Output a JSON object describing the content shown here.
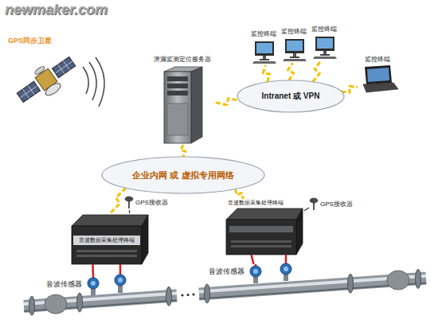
{
  "diagram": {
    "nodes": [
      {
        "text": [
          "GPS同步卫星"
        ]
      },
      {
        "text": [
          "泄漏监测定位服务器"
        ]
      },
      {
        "text": [
          "监控终端"
        ]
      },
      {
        "text": [
          "监控终端"
        ]
      },
      {
        "text": [
          "监控终端"
        ]
      },
      {
        "text": [
          "监控终端"
        ]
      },
      {
        "text": [
          "Intranet 或 VPN"
        ]
      },
      {
        "text": [
          "企业内网 或 虚拟专用网络"
        ]
      },
      {
        "text": [
          "音波数据采集处理终端"
        ]
      },
      {
        "text": [
          "GPS接收器"
        ]
      },
      {
        "text": [
          "音波传感器"
        ]
      },
      {
        "text": [
          "音波数据采集处理终端"
        ]
      },
      {
        "text": [
          "GPS接收器"
        ]
      },
      {
        "text": [
          "音波传感器"
        ]
      }
    ],
    "edges": [
      {
        "from": 1,
        "to": 6,
        "arrow": "none"
      },
      {
        "from": 6,
        "to": 2,
        "arrow": "none"
      },
      {
        "from": 6,
        "to": 3,
        "arrow": "none"
      },
      {
        "from": 6,
        "to": 4,
        "arrow": "none"
      },
      {
        "from": 6,
        "to": 5,
        "arrow": "none"
      },
      {
        "from": 1,
        "to": 7,
        "arrow": "none"
      },
      {
        "from": 7,
        "to": 8,
        "arrow": "none"
      },
      {
        "from": 7,
        "to": 11,
        "arrow": "none"
      },
      {
        "from": 9,
        "to": 8,
        "arrow": "none"
      },
      {
        "from": 10,
        "to": 8,
        "arrow": "none"
      },
      {
        "from": 12,
        "to": 11,
        "arrow": "none"
      },
      {
        "from": 13,
        "to": 11,
        "arrow": "none"
      }
    ],
    "labels": [
      "newmaker.com"
    ]
  }
}
